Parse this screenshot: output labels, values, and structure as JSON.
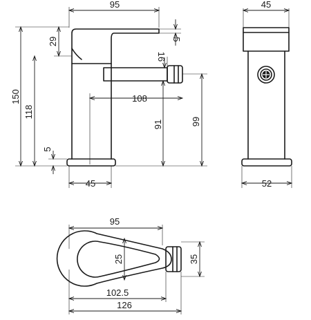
{
  "views": {
    "front": {
      "dims": {
        "width_top": "95",
        "lever_height": "29",
        "lever_gap": "5",
        "total_height": "150",
        "body_height": "118",
        "spout_dim": "16",
        "spout_reach": "108",
        "spout_height_inner": "91",
        "spout_height_outer": "99",
        "base_thickness": "5",
        "base_width": "45"
      }
    },
    "side": {
      "dims": {
        "width_top": "45",
        "base_width": "52"
      }
    },
    "plan": {
      "dims": {
        "width_top": "95",
        "lever_width": "25",
        "outlet_width": "35",
        "reach": "102.5",
        "overall_length": "126"
      }
    }
  }
}
